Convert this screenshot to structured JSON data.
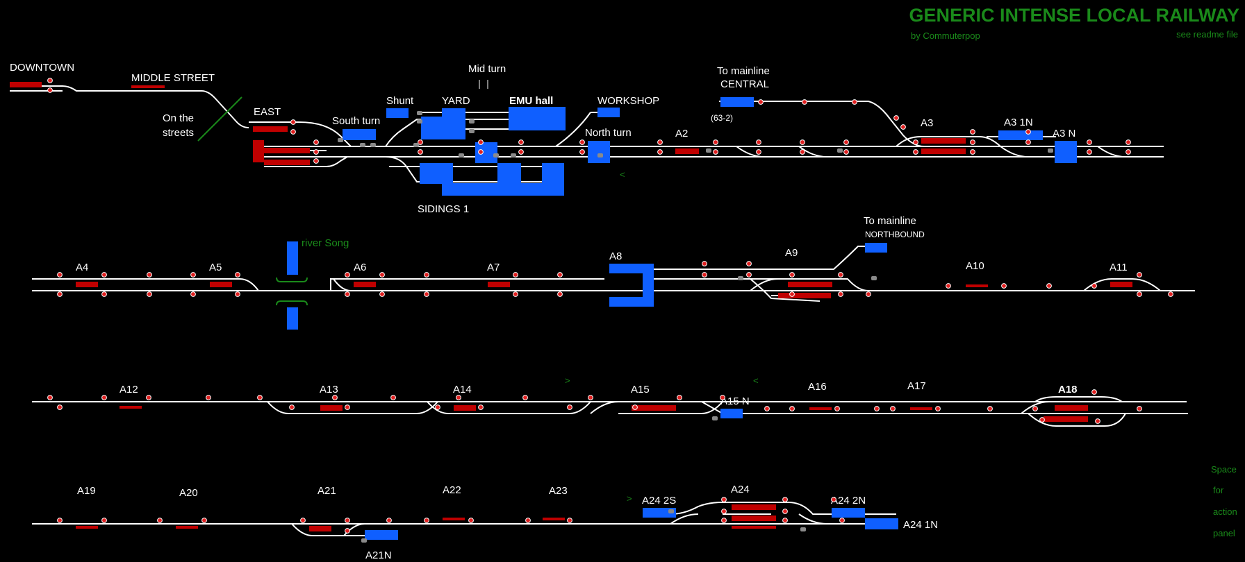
{
  "header": {
    "title": "GENERIC INTENSE LOCAL RAILWAY",
    "author": "by Commuterpop",
    "readme": "see readme file"
  },
  "labels": {
    "downtown": "DOWNTOWN",
    "middle_street": "MIDDLE STREET",
    "on_the": "On the",
    "streets": "streets",
    "east": "EAST",
    "south_turn": "South turn",
    "shunt": "Shunt",
    "yard": "YARD",
    "mid_turn": "Mid turn",
    "emu_hall": "EMU hall",
    "workshop": "WORKSHOP",
    "north_turn": "North turn",
    "sidings1": "SIDINGS 1",
    "to_mainline_central": "To mainline",
    "central": "CENTRAL",
    "code_63_2": "(63-2)",
    "a2": "A2",
    "a3": "A3",
    "a3_1n": "A3 1N",
    "a3_n": "A3 N",
    "to_mainline_north": "To mainline",
    "northbound": "NORTHBOUND",
    "river": "river Song",
    "a4": "A4",
    "a5": "A5",
    "a6": "A6",
    "a7": "A7",
    "a8": "A8",
    "a9": "A9",
    "a10": "A10",
    "a11": "A11",
    "a12": "A12",
    "a13": "A13",
    "a14": "A14",
    "a15": "A15",
    "a15n": "A15 N",
    "a16": "A16",
    "a17": "A17",
    "a18": "A18",
    "a19": "A19",
    "a20": "A20",
    "a21": "A21",
    "a21n": "A21N",
    "a22": "A22",
    "a23": "A23",
    "a24_2s": "A24 2S",
    "a24": "A24",
    "a24_2n": "A24 2N",
    "a24_1n": "A24 1N",
    "arrow_left": "<",
    "arrow_right": ">"
  },
  "action_panel": [
    "Space",
    "for",
    "action",
    "panel"
  ],
  "colors": {
    "background": "#000000",
    "track": "#ffffff",
    "signal": "#e02020",
    "occupied": "#c00000",
    "platform": "#0f5fff",
    "accent_green": "#1a8a1a"
  }
}
